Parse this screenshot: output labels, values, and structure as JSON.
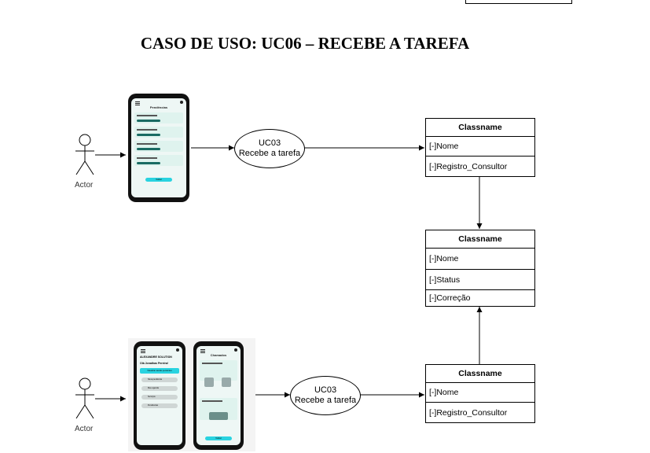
{
  "title": "CASO DE USO: UC06 – RECEBE A TAREFA",
  "actors": [
    {
      "label": "Actor"
    },
    {
      "label": "Actor"
    }
  ],
  "use_cases": [
    {
      "id": "UC03",
      "label": "Recebe a tarefa"
    },
    {
      "id": "UC03",
      "label": "Recebe a tarefa"
    }
  ],
  "classes": [
    {
      "name": "Classname",
      "attributes": [
        "[-]Nome",
        "[-]Registro_Consultor"
      ]
    },
    {
      "name": "Classname",
      "attributes": [
        "[-]Nome",
        "[-]Status",
        "[-]Correção"
      ]
    },
    {
      "name": "Classname",
      "attributes": [
        "[-]Nome",
        "[-]Registro_Consultor"
      ]
    }
  ],
  "screens": {
    "phone1": {
      "title": "Pendências",
      "button": "Voltar"
    },
    "phone2": {
      "header": "ALEXANDRE SOLUTION",
      "greeting": "Olá Jonathas Pereira!",
      "highlight": "Visualizar tarefas pendentes",
      "items": [
        "Nova pendência",
        "Meu agenda",
        "Serviços",
        "Pendências"
      ]
    },
    "phone3": {
      "title": "Chamados",
      "button": "Voltar"
    }
  },
  "colors": {
    "accent": "#29d3e0",
    "line": "#000000"
  }
}
